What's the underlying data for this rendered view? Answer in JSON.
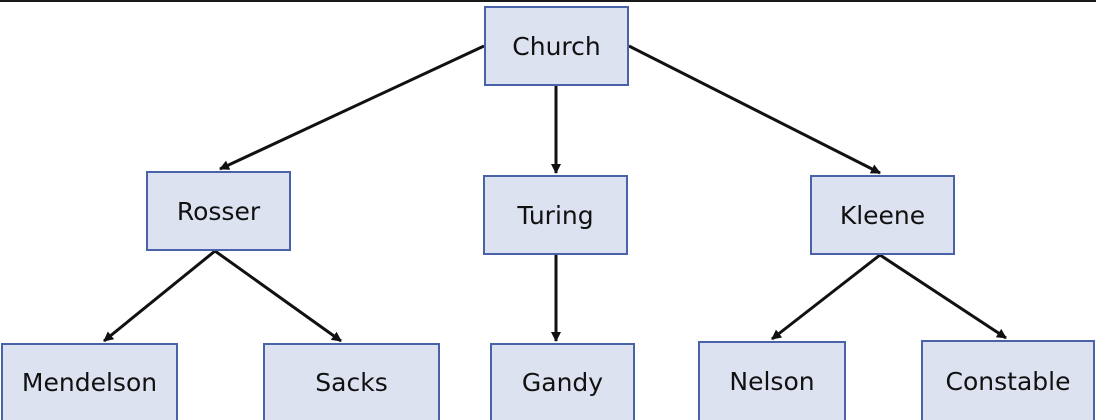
{
  "diagram": {
    "nodes": {
      "church": "Church",
      "rosser": "Rosser",
      "turing": "Turing",
      "kleene": "Kleene",
      "mendelson": "Mendelson",
      "sacks": "Sacks",
      "gandy": "Gandy",
      "nelson": "Nelson",
      "constable": "Constable"
    },
    "edges": [
      {
        "from": "Church",
        "to": "Rosser"
      },
      {
        "from": "Church",
        "to": "Turing"
      },
      {
        "from": "Church",
        "to": "Kleene"
      },
      {
        "from": "Rosser",
        "to": "Mendelson"
      },
      {
        "from": "Rosser",
        "to": "Sacks"
      },
      {
        "from": "Turing",
        "to": "Gandy"
      },
      {
        "from": "Kleene",
        "to": "Nelson"
      },
      {
        "from": "Kleene",
        "to": "Constable"
      }
    ],
    "colors": {
      "node_fill": "#dde2f0",
      "node_border": "#4a62a8",
      "edge": "#111111"
    }
  }
}
